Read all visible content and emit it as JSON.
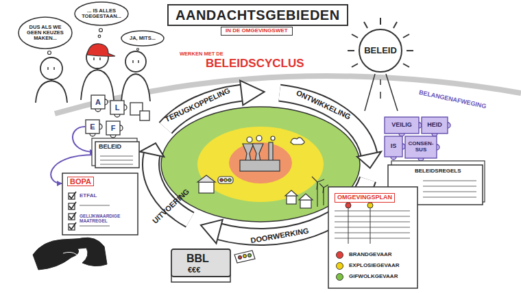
{
  "diagram": {
    "title": "AANDACHTSGEBIEDEN",
    "nodes": [
      {
        "text": [
          "DUS ALS WE GEEN KEUZES MAKEN..."
        ]
      },
      {
        "text": [
          "... IS ALLES TOEGESTAAN..."
        ]
      },
      {
        "text": [
          "JA, MITS..."
        ]
      },
      {
        "text": [
          "BELEID"
        ]
      },
      {
        "text": [
          "A"
        ]
      },
      {
        "text": [
          "L"
        ]
      },
      {
        "text": [
          "E"
        ]
      },
      {
        "text": [
          "F"
        ]
      },
      {
        "text": [
          "VEILIG"
        ]
      },
      {
        "text": [
          "HEID"
        ]
      },
      {
        "text": [
          "IS"
        ]
      },
      {
        "text": [
          "CONSEN- SUS"
        ]
      },
      {
        "text": [
          "BELEID"
        ]
      },
      {
        "text": [
          "BOPA",
          "ETFAL",
          "GELIJKWAARDIGE MAATREGEL"
        ]
      },
      {
        "text": [
          "BELEIDSREGELS"
        ]
      },
      {
        "text": [
          "OMGEVINGSPLAN"
        ]
      },
      {
        "text": [
          "BBL",
          "€€€"
        ]
      }
    ],
    "edges": [
      {
        "from": 6,
        "to": 12,
        "arrow": "to"
      },
      {
        "from": 12,
        "to": 13,
        "arrow": "to"
      }
    ],
    "labels": [
      "IN DE OMGEVINGSWET",
      "WERKEN MET DE",
      "BELEIDSCYCLUS",
      "BELANGENAFWEGING",
      "TERUGKOPPELING",
      "ONTWIKKELING",
      "DOORWERKING",
      "UITVOERING"
    ],
    "legend": [
      {
        "text": "BRANDGEVAAR",
        "color": "#e2403a"
      },
      {
        "text": "EXPLOSIEGEVAAR",
        "color": "#f2d20f"
      },
      {
        "text": "GIFWOLKGEVAAR",
        "color": "#7dc242"
      }
    ]
  }
}
